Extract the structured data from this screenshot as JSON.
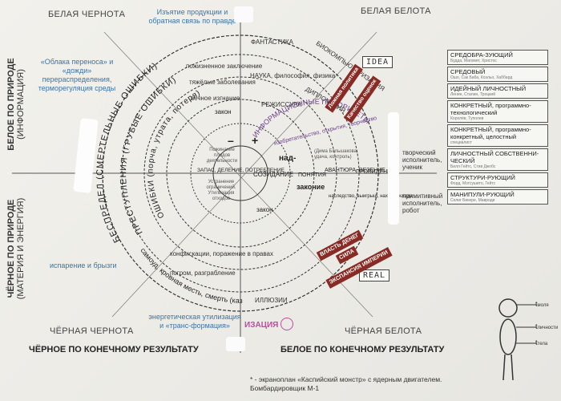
{
  "corners": {
    "top_left": "БЕЛАЯ ЧЕРНОТА",
    "top_right": "БЕЛАЯ БЕЛОТА",
    "bottom_left": "ЧЁРНАЯ ЧЕРНОТА",
    "bottom_right": "ЧЁРНАЯ БЕЛОТА"
  },
  "side_labels": {
    "left_top_1": "БЕЛОЕ ПО ПРИРОДЕ",
    "left_top_2": "(ИНФОРМАЦИЯ)",
    "left_bottom_1": "ЧЁРНОЕ ПО ПРИРОДЕ",
    "left_bottom_2": "(МАТЕРИЯ И ЭНЕРГИЯ)"
  },
  "bottom_labels": {
    "left": "ЧЁРНОЕ ПО КОНЕЧНОМУ РЕЗУЛЬТАТУ",
    "right": "БЕЛОЕ ПО КОНЕЧНОМУ РЕЗУЛЬТАТУ"
  },
  "notes": {
    "top_center_1": "Изъятие продукции и",
    "top_center_2": "обратная связь по правде",
    "left_top_1": "«Облака переноса» и",
    "left_top_2": "«дожди»",
    "left_top_3": "перераспределения,",
    "left_top_4": "терморегуляция среды",
    "left_bottom": "испарение и брызги",
    "bottom_center_1": "энергетическая утилизация",
    "bottom_center_2": "и «транс-формация»",
    "izatsiya": "ИЗАЦИЯ",
    "footnote_1": "* - экраноплан «Каспийский монстр» с ядерным двигателем.",
    "footnote_2": "Бомбардировщик М-1"
  },
  "hand_labels": {
    "idea": "IDEA",
    "real": "REAL"
  },
  "rings": {
    "outer": "БЕСПРЕДЕЛ (СМЕРТЕЛЬНЫЕ ОШИБКИ)",
    "second": "ПРЕСТУПЛЕНИЯ (ГРУБЫЕ ОШИБКИ)",
    "third": "ОШИБКИ (порча, утрата, потеря)",
    "center_bottom": "самоуд, кровная месть, смерть (казнь)",
    "info_arc": "ИНФОРМАЦИОННЫЕ ПРИОРИТЕТЫ",
    "info_sub": "изобретательство, открытия, творчество"
  },
  "center": {
    "minus": "–",
    "plus": "+",
    "zakon_top": "закон",
    "zakon_bottom": "закон",
    "nad": "над-",
    "sozidanie": "СОЗИДАНИЕ",
    "ponyatiya": "ПОНЯТИЯ",
    "zakonie": "законие",
    "zapas": "ЗАПАС, ДЕЛЕНИЕ, ПОТРЕБЛЕНИЕ",
    "avantyura": "АВАНТЮРА, ВЕЗЕНИЕ",
    "providenie": "ПРОВИДЕНИЕ",
    "pozhinanie": "Пожинание плодов деятельности",
    "ustranenie": "Устранение ограничений. Утилизация отходов",
    "nasledstvo": "наследство, выигрыш, находка клада"
  },
  "quadrant_text": {
    "ul_1": "пожизненное заключение",
    "ul_2": "тяжёлые заболевания",
    "ul_3": "вечное изгнание",
    "nauka": "НАУКА, философия, физика",
    "fantastika": "ФАНТАСТИКА",
    "biokomp": "БИОКОМПЬЮТЕРИЗАЦИЯ",
    "diplomatiya": "ДИПЛОМАТИЯ",
    "rezhissura": "РЕЖИССУРА",
    "konfiskatsii": "конфискации, поражение в правах",
    "pogrom": "погром, разграбление",
    "illyuzii": "ИЛЛЮЗИИ",
    "dimona": "(Дима Большакова, удача, контроль)"
  },
  "red_bars": {
    "r1": "Ложная политика",
    "r2": "Качество оценок",
    "r3": "ВЛАСТЬ ДЕНЕГ",
    "r4": "СИЛА",
    "r5": "ЭКСПАНСИЯ ИМПЕРИИ"
  },
  "roles": {
    "creative_1": "творческий",
    "creative_2": "исполнитель,",
    "creative_3": "ученик",
    "primitive_1": "примитивный",
    "primitive_2": "исполнитель,",
    "primitive_3": "робот"
  },
  "levels": [
    {
      "title": "СРЕДОБРА-ЗУЮЩИЙ",
      "desc": "Будда, Магомет, Христос"
    },
    {
      "title": "СРЕДОВЫЙ",
      "desc": "Ошо, Сак Баба, Коэльо, Хаббард"
    },
    {
      "title": "ИДЕЙНЫЙ ЛИЧНОСТНЫЙ",
      "desc": "Ленин, Сталин, Троцкий"
    },
    {
      "title": "КОНКРЕТНЫЙ, программно-технологический",
      "desc": "Королёв, Туполев"
    },
    {
      "title": "КОНКРЕТНЫЙ, программно-конкретный, целостный",
      "desc": "специалист"
    },
    {
      "title": "ЛИЧНОСТНЫЙ СОБСТВЕННИ-ЧЕСКИЙ",
      "desc": "Билл Гейтс, Стив Джобс"
    },
    {
      "title": "СТРУКТУРИ-РУЮЩИЙ",
      "desc": "Форд, Мэтсушито, Гейтс"
    },
    {
      "title": "МАНИПУЛИ-РУЮЩИЙ",
      "desc": "Селиг Бикере, Мавроди"
    }
  ],
  "figure": {
    "t1": "t",
    "t1_label": "моля",
    "t2": "t",
    "t2_label": "личности",
    "t3": "t",
    "t3_label": "тела"
  },
  "colors": {
    "accent_blue": "#3a74a8",
    "dark_red": "#8a2a24",
    "magenta": "#c04aa0",
    "ring_stroke": "#333333"
  }
}
